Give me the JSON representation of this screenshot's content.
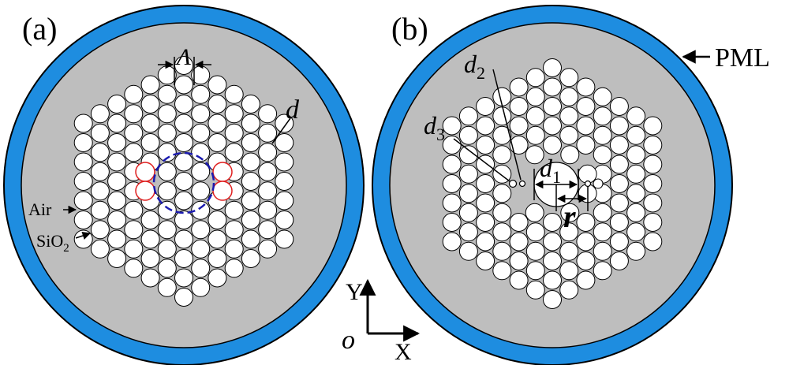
{
  "panels": [
    {
      "label": "(a)",
      "annotations": {
        "pitch": "Λ",
        "hole": "d",
        "air": "Air",
        "silica": "SiO",
        "silica_sub": "2"
      }
    },
    {
      "label": "(b)",
      "annotations": {
        "d1": "d",
        "d1_sub": "1",
        "d2": "d",
        "d2_sub": "2",
        "d3": "d",
        "d3_sub": "3",
        "r": "r",
        "pml": "PML"
      }
    }
  ],
  "axes": {
    "y": "Y",
    "x": "X",
    "origin": "o"
  },
  "colors": {
    "pml_ring": "#1e8de0",
    "cladding": "#bebebe",
    "air_hole": "#ffffff",
    "outline": "#000000",
    "mode_circle": "#1a1ab0",
    "highlight_holes": "#e02020"
  }
}
